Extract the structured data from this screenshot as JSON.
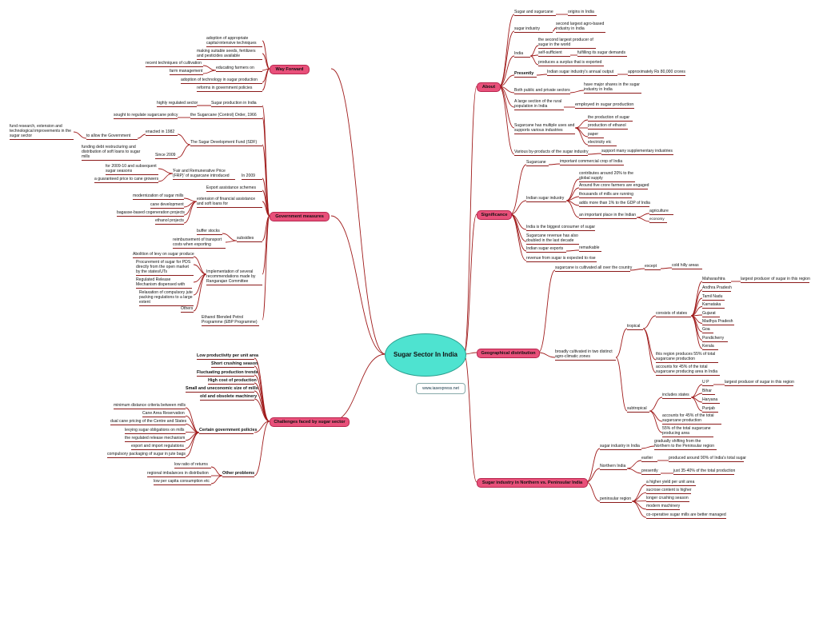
{
  "center_title": "Sugar Sector In India",
  "website": "www.iasexpress.net",
  "about": {
    "title": "About",
    "sugar_and_sugarcane": "Sugar and sugarcane",
    "origins": "origins in India",
    "sugar_industry": "sugar industry",
    "second_largest_agro": "second largest agro-based industry in India",
    "india": "India",
    "second_largest_producer": "the second largest producer of sugar in the world",
    "self_sufficient": "self-sufficient",
    "fulfilling": "fulfilling its sugar demands",
    "surplus": "produces a surplus that is exported",
    "presently": "Presently",
    "annual_output": "Indian sugar industry's annual output",
    "approx": "approximately Rs 80,000 crores",
    "both_sectors": "Both public and private sectors",
    "have_major_shares": "have major shares in the sugar industry in India",
    "rural_population": "A large section of the rural population in India",
    "employed": "employed in sugar production",
    "multiple_uses": "Sugarcane has multiple uses and supports various industries",
    "uses": [
      "the production of sugar",
      "production of ethanol",
      "paper",
      "electricity etc"
    ],
    "byproducts": "Various by-products of the sugar industry",
    "support_supplementary": "support many supplementary industries"
  },
  "significance": {
    "title": "Significance",
    "sugarcane": "Sugarcane",
    "commercial_crop": "important commercial crop of India",
    "indian_sugar_industry": "Indian sugar industry",
    "items": [
      "contributes around 20% to the global supply",
      "Around five crore farmers are engaged",
      "thousands of mills are running",
      "adds more than 1% to the GDP of India",
      "an important place in the Indian"
    ],
    "agriculture": "agriculture",
    "economy": "economy",
    "biggest_consumer": "India is the biggest consumer of sugar",
    "revenue_doubled": "Sugarcane revenue has also doubled in the last decade",
    "exports": "Indian sugar exports",
    "remarkable": "remarkable",
    "revenue_rise": "revenue from sugar is expected to rise"
  },
  "geographical": {
    "title": "Geographical distribution",
    "cultivated_all_over": "sugarcane is cultivated all over the country",
    "except": "except",
    "cold_hilly": "cold hilly areas",
    "broadly_cultivated": "broadly cultivated in two distinct agro-climatic zones",
    "tropical": "tropical",
    "consists_of_states": "consists of states",
    "tropical_states": [
      "Maharashtra",
      "Andhra Pradesh",
      "Tamil Nadu",
      "Karnataka",
      "Gujarat",
      "Madhya Pradesh",
      "Goa",
      "Pondicherry",
      "Kerala"
    ],
    "largest_producer_region": "largest producer of sugar in this region",
    "tropical_55": "this region produces 55% of total sugarcane production",
    "tropical_45": "accounts for 45% of the total sugarcane producing area in India",
    "subtropical": "subtropical",
    "includes_states": "includes states",
    "subtropical_states": [
      "U P",
      "Bihar",
      "Haryana",
      "Punjab"
    ],
    "largest_producer_region2": "largest producer of sugar in this region",
    "sub_45": "accounts for 45% of the total sugarcane production",
    "sub_55": "55% of the total sugarcane producing area"
  },
  "north_peninsular": {
    "title": "Sugar industry in Northern vs. Peninsular India",
    "sugar_industry_in_india": "sugar industry in India",
    "gradually_shifting": "gradually shifting from the Northern to the Peninsular region",
    "northern_india": "Northern India",
    "earlier": "earlier",
    "earlier_text": "produced around 90% of India's total sugar",
    "presently": "presently",
    "presently_text": "just 35-40% of the total production",
    "peninsular_region": "peninsular region",
    "peninsular_items": [
      "a higher yield per unit area",
      "sucrose content is higher",
      "longer crushing season",
      "modern machinery",
      "co-operative sugar mills are better managed"
    ]
  },
  "way_forward": {
    "title": "Way Forward",
    "items": [
      "adoption of appropriate capital-intensive techniques",
      "making suitable seeds, fertilizers and pesticides available",
      "educating farmers on",
      "adoption of technology in sugar production",
      "reforms in government policies"
    ],
    "recent_techniques": "recent techniques of cultivation",
    "farm_management": "farm management"
  },
  "government_measures": {
    "title": "Government measures",
    "highly_regulated": "highly regulated sector",
    "sugar_production": "Sugar production in India",
    "sugarcane_control": "the Sugarcane (Control) Order, 1966",
    "regulate_policy": "sought to regulate sugarcane policy",
    "sdf": "The Sugar Development Fund (SDF)",
    "enacted_1982": "enacted in 1982",
    "to_allow": "to allow the Government",
    "fund_research": "fund research, extension and technological improvements in the sugar sector",
    "funding_debt": "funding debt restructuring and distribution of soft loans to sugar mills",
    "since_2009": "Since 2009",
    "in_2009": "In 2009",
    "frp": "'Fair and Remunerative Price (FRP)' of sugarcane introduced",
    "for_seasons": "for 2009-10 and subsequent sugar seasons",
    "guaranteed_price": "a guaranteed price to cane growers",
    "export_assistance": "Export assistance schemes",
    "extension_financial": "extension of financial assistance and soft loans for",
    "loans_for": [
      "modernization of sugar mills",
      "cane development",
      "bagasse-based cogeneration projects",
      "ethanol projects"
    ],
    "subsidies": "subsidies",
    "buffer_stocks": "buffer stocks",
    "reimbursement": "reimbursement of transport costs when exporting",
    "rangarajan": "Implementation of several recommendations made by Rangarajan Committee",
    "rangarajan_items": [
      "Abolition of levy on sugar produce",
      "Procurement of sugar for PDS directly from the open market by the states/UTs",
      "Regulated Release Mechanism dispensed with",
      "Relaxation of compulsory jute packing regulations to a large extent",
      "Others"
    ],
    "ebp": "Ethanol Blended Petrol Programme (EBP Programme)"
  },
  "challenges": {
    "title": "Challenges faced by sugar sector",
    "bold_items": [
      "Low productivity per unit area",
      "Short crushing season",
      "Fluctuating production trends",
      "High cost of production",
      "Small and uneconomic size of mills",
      "old and obsolete machinery"
    ],
    "certain_policies": "Certain government policies",
    "policy_items": [
      "minimum distance criteria between mills",
      "Cane Area Reservation",
      "dual cane pricing of the Centre and States",
      "levying sugar obligations on mills",
      "the regulated release mechanism",
      "export and import regulations",
      "compulsory packaging of sugar in jute bags"
    ],
    "other_problems": "Other problems",
    "other_items": [
      "low ratio of returns",
      "regional imbalances in distribution",
      "low per capita consumption etc"
    ]
  }
}
